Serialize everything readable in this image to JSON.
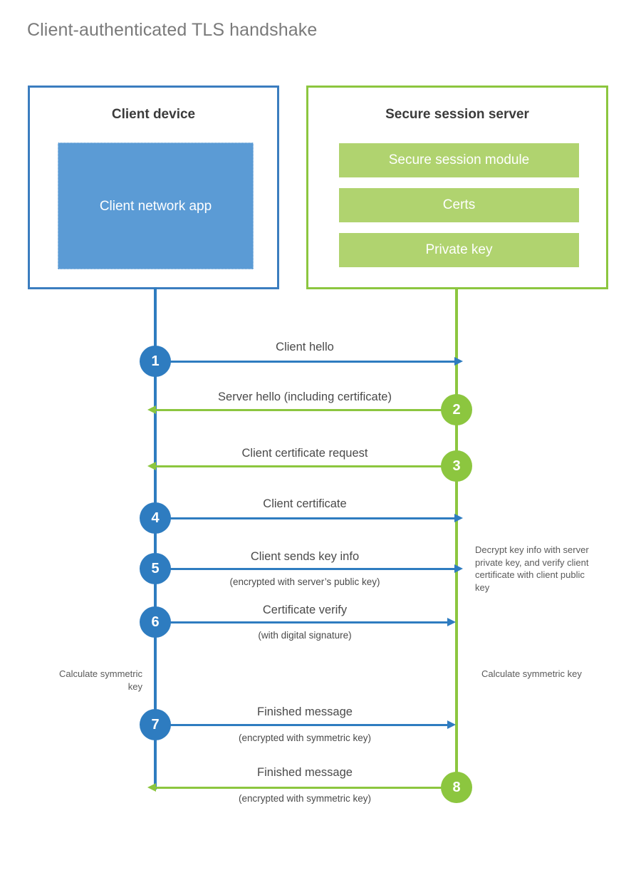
{
  "title": "Client-authenticated TLS handshake",
  "colors": {
    "client_blue": "#2e7cc0",
    "client_app_fill": "#5b9bd5",
    "server_green": "#8cc63f",
    "server_bar_fill": "#b0d36f",
    "title_gray": "#7a7a7a",
    "text_gray": "#4a4a4a",
    "background": "#ffffff"
  },
  "client": {
    "title": "Client device",
    "app_label": "Client network app"
  },
  "server": {
    "title": "Secure session server",
    "components": [
      "Secure session module",
      "Certs",
      "Private key"
    ]
  },
  "steps": [
    {
      "number": "1",
      "label": "Client hello",
      "sublabel": "",
      "direction": "client-to-server"
    },
    {
      "number": "2",
      "label": "Server hello (including certificate)",
      "sublabel": "",
      "direction": "server-to-client"
    },
    {
      "number": "3",
      "label": "Client certificate request",
      "sublabel": "",
      "direction": "server-to-client"
    },
    {
      "number": "4",
      "label": "Client certificate",
      "sublabel": "",
      "direction": "client-to-server"
    },
    {
      "number": "5",
      "label": "Client sends key info",
      "sublabel": "(encrypted with server’s public key)",
      "direction": "client-to-server"
    },
    {
      "number": "6",
      "label": "Certificate verify",
      "sublabel": "(with digital signature)",
      "direction": "client-to-server"
    },
    {
      "number": "7",
      "label": "Finished message",
      "sublabel": "(encrypted with symmetric key)",
      "direction": "client-to-server"
    },
    {
      "number": "8",
      "label": "Finished message",
      "sublabel": "(encrypted with symmetric key)",
      "direction": "server-to-client"
    }
  ],
  "notes": {
    "decrypt": "Decrypt key info with server private key, and verify client certificate with client public key",
    "calculate_client": "Calculate symmetric key",
    "calculate_server": "Calculate symmetric key"
  }
}
